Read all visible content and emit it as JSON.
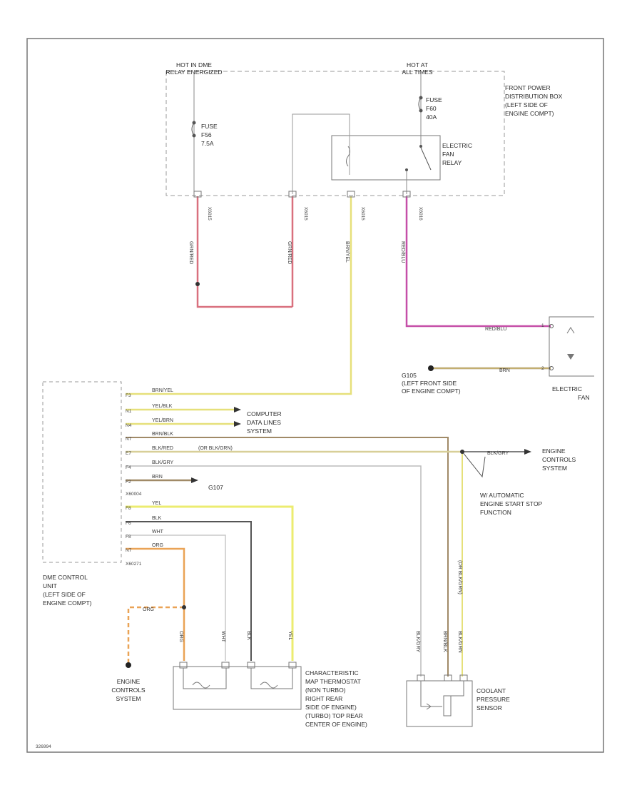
{
  "labels": {
    "hot_ign": [
      "HOT IN DME",
      "RELAY ENERGIZED"
    ],
    "hot_all": [
      "HOT AT",
      "ALL TIMES"
    ],
    "fuse_f56": [
      "FUSE",
      "F56",
      "7.5A"
    ],
    "fuse_f60": [
      "FUSE",
      "F60",
      "40A"
    ],
    "fan_relay": [
      "ELECTRIC",
      "FAN",
      "RELAY"
    ],
    "front_power": [
      "FRONT POWER",
      "DISTRIBUTION BOX",
      "(LEFT SIDE OF",
      "ENGINE COMPT)"
    ],
    "connectors": [
      "X6015",
      "X6015",
      "X6015",
      "X6016"
    ],
    "g105": [
      "G105",
      "(LEFT FRONT SIDE",
      "OF ENGINE COMPT)"
    ],
    "electric_fan": [
      "ELECTRIC",
      "FAN"
    ],
    "computer_data": [
      "COMPUTER",
      "DATA LINES",
      "SYSTEM"
    ],
    "g107": "G107",
    "engine_controls_right": [
      "ENGINE",
      "CONTROLS",
      "SYSTEM"
    ],
    "auto_start_stop": [
      "W/ AUTOMATIC",
      "ENGINE START STOP",
      "FUNCTION"
    ],
    "x60004": "X60004",
    "x60271": "X60271",
    "dme": [
      "DME CONTROL",
      "UNIT",
      "(LEFT SIDE OF",
      "ENGINE COMPT)"
    ],
    "engine_controls_bottom": [
      "ENGINE",
      "CONTROLS",
      "SYSTEM"
    ],
    "map_thermostat": [
      "CHARACTERISTIC",
      "MAP THERMOSTAT",
      "(NON TURBO)",
      "RIGHT REAR",
      "SIDE OF ENGINE)",
      "(TURBO) TOP REAR",
      "CENTER OF ENGINE)"
    ],
    "coolant_sensor": [
      "COOLANT",
      "PRESSURE",
      "SENSOR"
    ],
    "figure_id": "326994"
  },
  "pins": {
    "dme": [
      "F3",
      "N1",
      "N4",
      "N7",
      "E7",
      "F4",
      "F2",
      "F8",
      "F6",
      "F8",
      "N7"
    ],
    "fan": [
      "1",
      "2"
    ]
  },
  "wires": {
    "fuse_out": "GRN/RED",
    "relay_coil": "GRN/RED",
    "relay_ctrl": "BRN/YEL",
    "fan_feed": "RED/BLU",
    "dme_rows": [
      "BRN/YEL",
      "YEL/BLK",
      "YEL/BRN",
      "BRN/BLK",
      "BLK/RED",
      "BLK/GRY",
      "BRN",
      "YEL",
      "BLK",
      "WHT",
      "ORG"
    ],
    "kl15": "(OR BLK/GRN)",
    "start_stop": "BLK/GRY",
    "g105_ground": "BRN",
    "eng_ctrl_bottom": "ORG",
    "sensor_legs": [
      "BLK/GRY",
      "BRN/BLK",
      "BLK/GRN"
    ],
    "sensor_alt": "(OR BLK/GRN)",
    "thermo_legs": [
      "ORG",
      "WHT",
      "BLK",
      "YEL"
    ]
  },
  "colors": {
    "red": "#d9707e",
    "yellow": "#e6e07a",
    "magenta": "#c54fa8",
    "brown": "#a08a67",
    "orange": "#eaa356",
    "black": "#555555",
    "frame": "#777777"
  }
}
